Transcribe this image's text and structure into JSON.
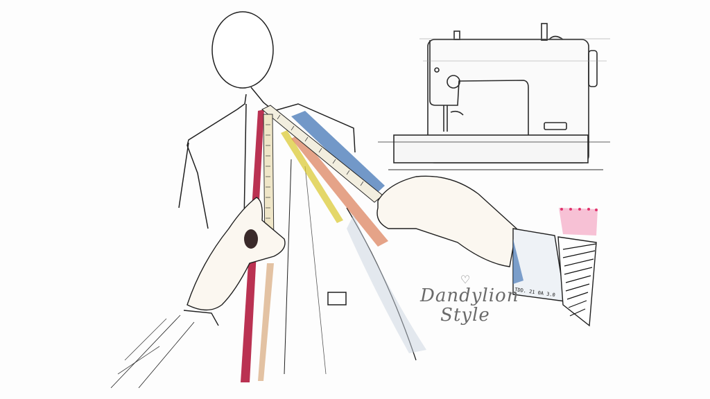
{
  "image": {
    "description": "Pencil and watercolor fashion sketch of tailor's hands measuring a suit jacket on a faceless mannequin with a measuring tape, sewing machine sketch in the background",
    "colors": {
      "ink": "#1a1a1a",
      "red_stripe": "#b0163a",
      "blue_wash": "#4a7bb8",
      "yellow_wash": "#d8c62a",
      "orange_wash": "#d5683a",
      "pink_swatch": "#e95c8f",
      "paper": "#fdfdfd"
    }
  },
  "logo": {
    "heart_icon": "♡",
    "line1": "Dandylion",
    "line2": "Style"
  },
  "tag_text": "TDD. 21 0A 3.0"
}
